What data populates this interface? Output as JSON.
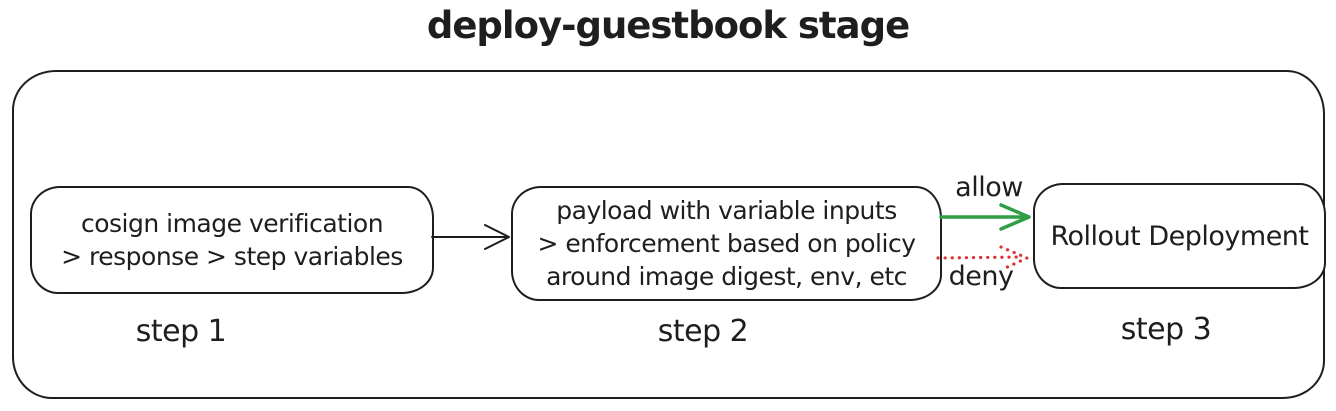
{
  "title": "deploy-guestbook stage",
  "colors": {
    "ink": "#1e1e1e",
    "allow_green": "#2f9e44",
    "deny_red": "#e03131",
    "background": "#ffffff"
  },
  "steps": [
    {
      "label": "step 1",
      "lines": [
        "cosign image verification",
        "> response > step variables"
      ]
    },
    {
      "label": "step 2",
      "lines": [
        "payload with variable inputs",
        "> enforcement based on policy",
        "around image digest, env, etc"
      ]
    },
    {
      "label": "step 3",
      "lines": [
        "Rollout Deployment"
      ]
    }
  ],
  "arrows": [
    {
      "from": "step 1",
      "to": "step 2",
      "label": "",
      "style": "solid",
      "color": "#1e1e1e"
    },
    {
      "from": "step 2",
      "to": "step 3",
      "label": "allow",
      "style": "solid",
      "color": "#2f9e44"
    },
    {
      "from": "step 2",
      "to": "step 3",
      "label": "deny",
      "style": "dotted",
      "color": "#e03131"
    }
  ]
}
